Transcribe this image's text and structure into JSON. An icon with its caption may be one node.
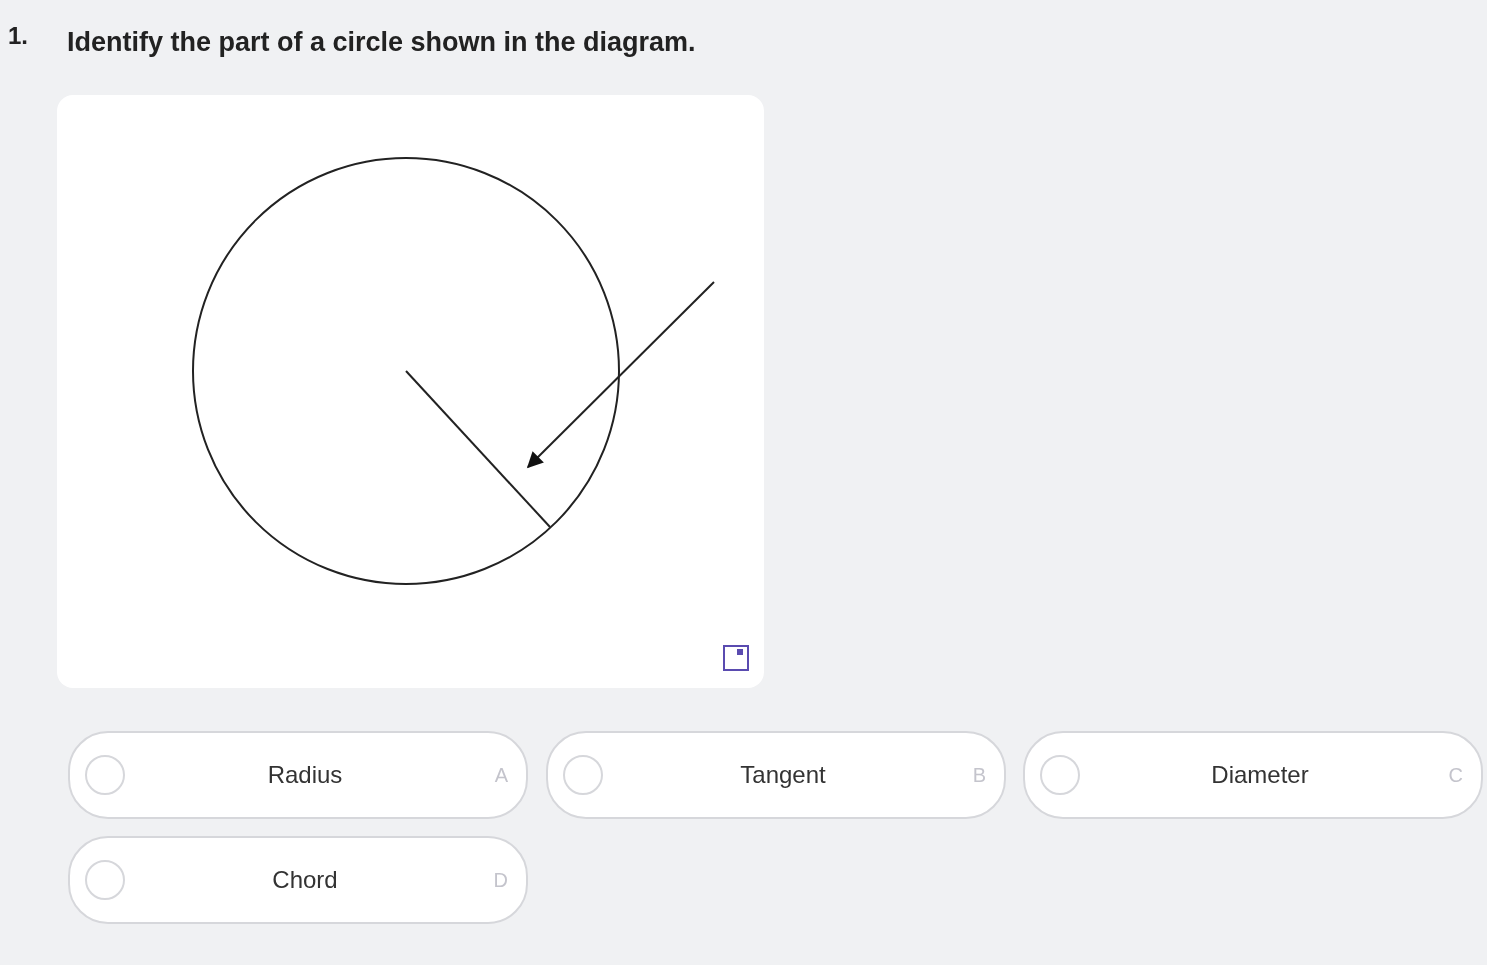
{
  "diagram": {
    "title": "Identify the part of a circle shown in the diagram.",
    "nodes": [
      {
        "text": [],
        "shape": "circle"
      },
      {
        "text": [],
        "shape": "line",
        "in": 0
      },
      {
        "text": [
          "Radius",
          "A"
        ]
      },
      {
        "text": [
          "Tangent",
          "B"
        ]
      },
      {
        "text": [
          "Diameter",
          "C"
        ]
      },
      {
        "text": [
          "Chord",
          "D"
        ]
      }
    ],
    "edges": [
      {
        "from": null,
        "to": 1,
        "arrow": "to"
      }
    ],
    "labels": [
      "1."
    ]
  }
}
